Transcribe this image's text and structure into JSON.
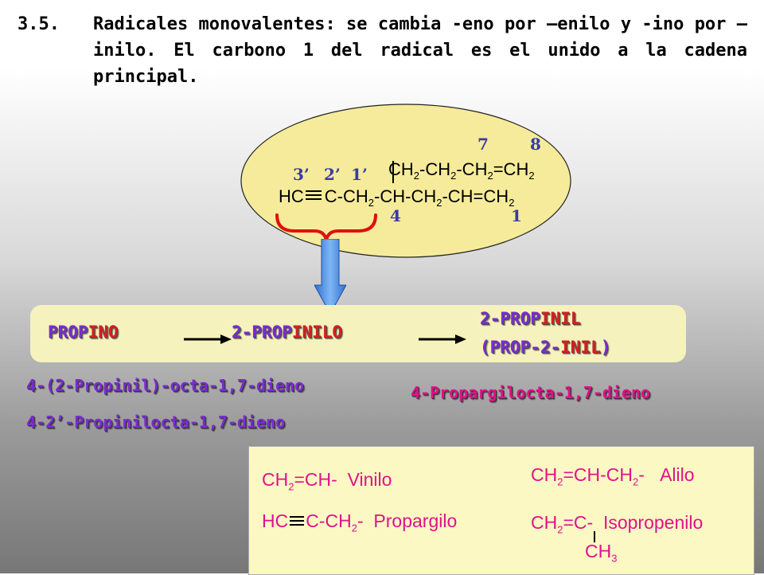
{
  "heading": {
    "number": "3.5.",
    "text": "Radicales monovalentes: se cambia -eno por –enilo y -ino por –inilo. El carbono 1 del radical es el unido a la cadena principal."
  },
  "structure": {
    "top_chain": "CH2-CH2-CH2=CH2",
    "main_chain": "HC≡C-CH2-CH-CH2-CH=CH2",
    "locants": {
      "seven": "7",
      "eight": "8",
      "three_p": "3’",
      "two_p": "2’",
      "one_p": "1’",
      "four": "4",
      "one": "1"
    }
  },
  "conversion": {
    "step1_root": "PROP",
    "step1_suffix": "INO",
    "step2_root": "2-PROP",
    "step2_suffix": "INILO",
    "step3_line1_root": "2-PROP",
    "step3_line1_suffix": "INIL",
    "step3_line2_a": "(PROP-2-",
    "step3_line2_suffix": "INIL",
    "step3_line2_b": ")"
  },
  "names": {
    "name1": "4-(2-Propinil)-octa-1,7-dieno",
    "name2": "4-2’-Propinilocta-1,7-dieno",
    "name3": "4-Propargilocta-1,7-dieno"
  },
  "radicals": {
    "vinilo_formula": "CH2=CH-",
    "vinilo_name": "Vinilo",
    "alilo_formula": "CH2=CH-CH2-",
    "alilo_name": "Alilo",
    "propargilo_formula": "HC≡C-CH2-",
    "propargilo_name": "Propargilo",
    "isopropenilo_formula": "CH2=C-",
    "isopropenilo_name": "Isopropenilo",
    "isopropenilo_branch": "CH3"
  },
  "colors": {
    "locant_blue": "#3a3aa8",
    "purple": "#7b2cd0",
    "red": "#d42020",
    "magenta": "#e1118b",
    "ellipse": "#f5eb9a",
    "pill": "#f5f2bd",
    "arrow_blue": "#4a90e2"
  }
}
